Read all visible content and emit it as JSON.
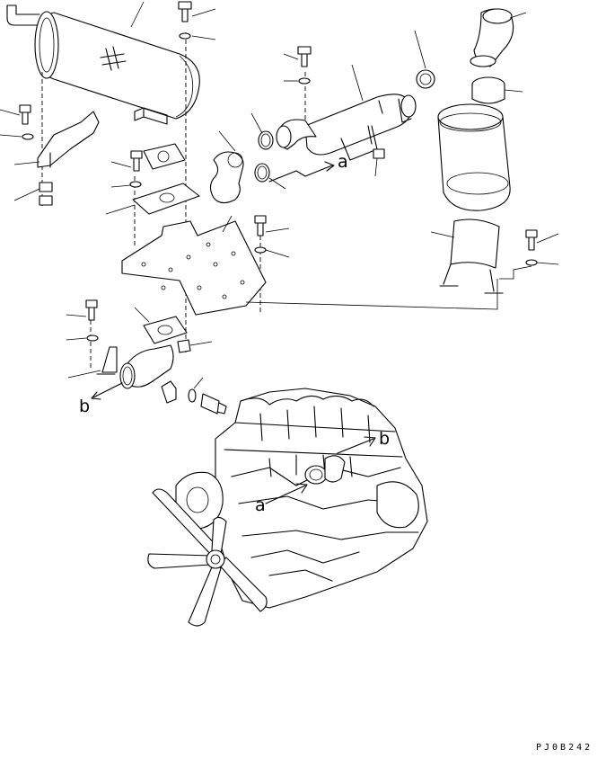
{
  "diagram": {
    "reference_labels": [
      "a",
      "b"
    ],
    "drawing_code": "PJ0B242"
  }
}
